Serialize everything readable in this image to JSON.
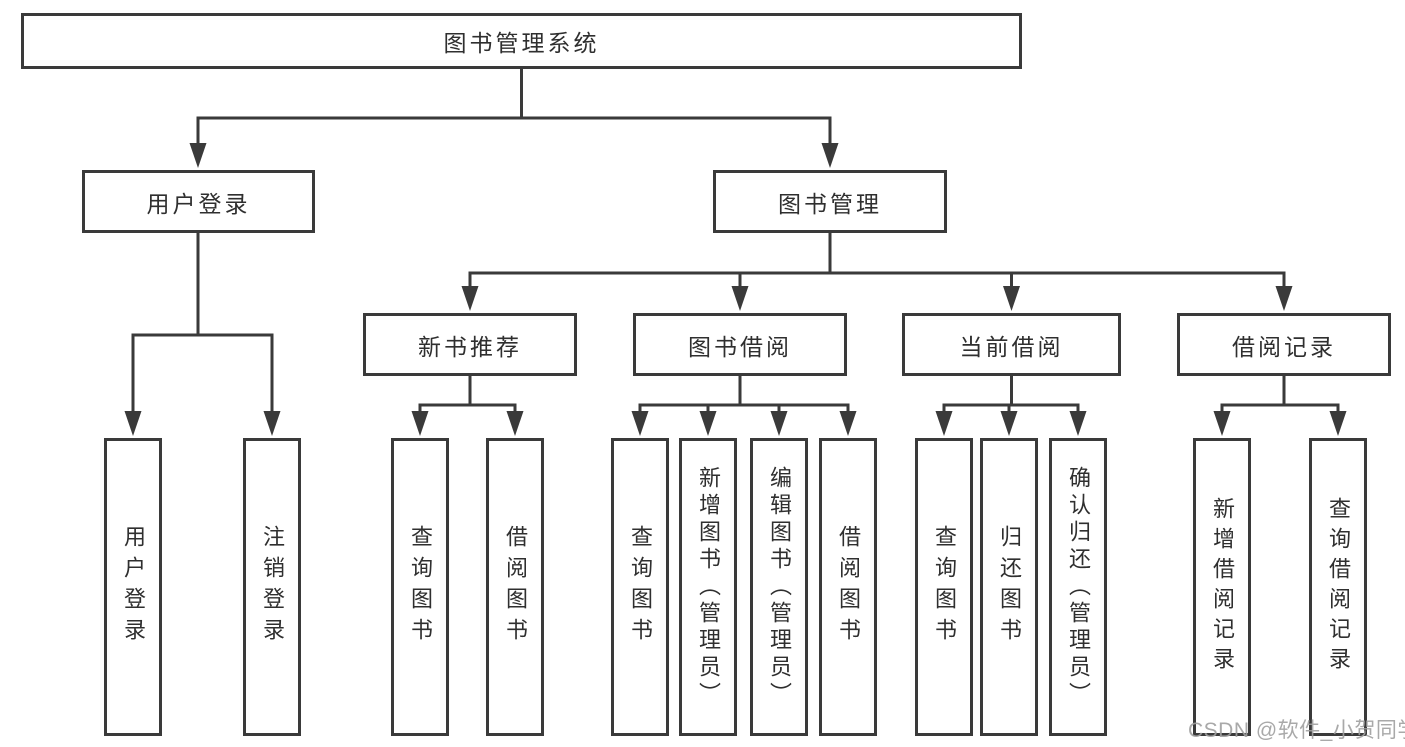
{
  "diagram": {
    "type": "tree-diagram",
    "title": "图书管理系统",
    "watermark": "CSDN @软件_小贺同学",
    "colors": {
      "line": "#3a3a3a",
      "box_border": "#3a3a3a",
      "box_fill": "#ffffff",
      "text": "#2f2f2f",
      "watermark": "#a0a0a0",
      "background": "#ffffff"
    }
  },
  "tree": {
    "label": "图书管理系统",
    "children": [
      {
        "label": "用户登录",
        "children": [
          {
            "label": "用户登录"
          },
          {
            "label": "注销登录"
          }
        ]
      },
      {
        "label": "图书管理",
        "children": [
          {
            "label": "新书推荐",
            "children": [
              {
                "label": "查询图书"
              },
              {
                "label": "借阅图书"
              }
            ]
          },
          {
            "label": "图书借阅",
            "children": [
              {
                "label": "查询图书"
              },
              {
                "label": "新增图书（管理员）"
              },
              {
                "label": "编辑图书（管理员）"
              },
              {
                "label": "借阅图书"
              }
            ]
          },
          {
            "label": "当前借阅",
            "children": [
              {
                "label": "查询图书"
              },
              {
                "label": "归还图书"
              },
              {
                "label": "确认归还（管理员）"
              }
            ]
          },
          {
            "label": "借阅记录",
            "children": [
              {
                "label": "新增借阅记录"
              },
              {
                "label": "查询借阅记录"
              }
            ]
          }
        ]
      }
    ]
  }
}
